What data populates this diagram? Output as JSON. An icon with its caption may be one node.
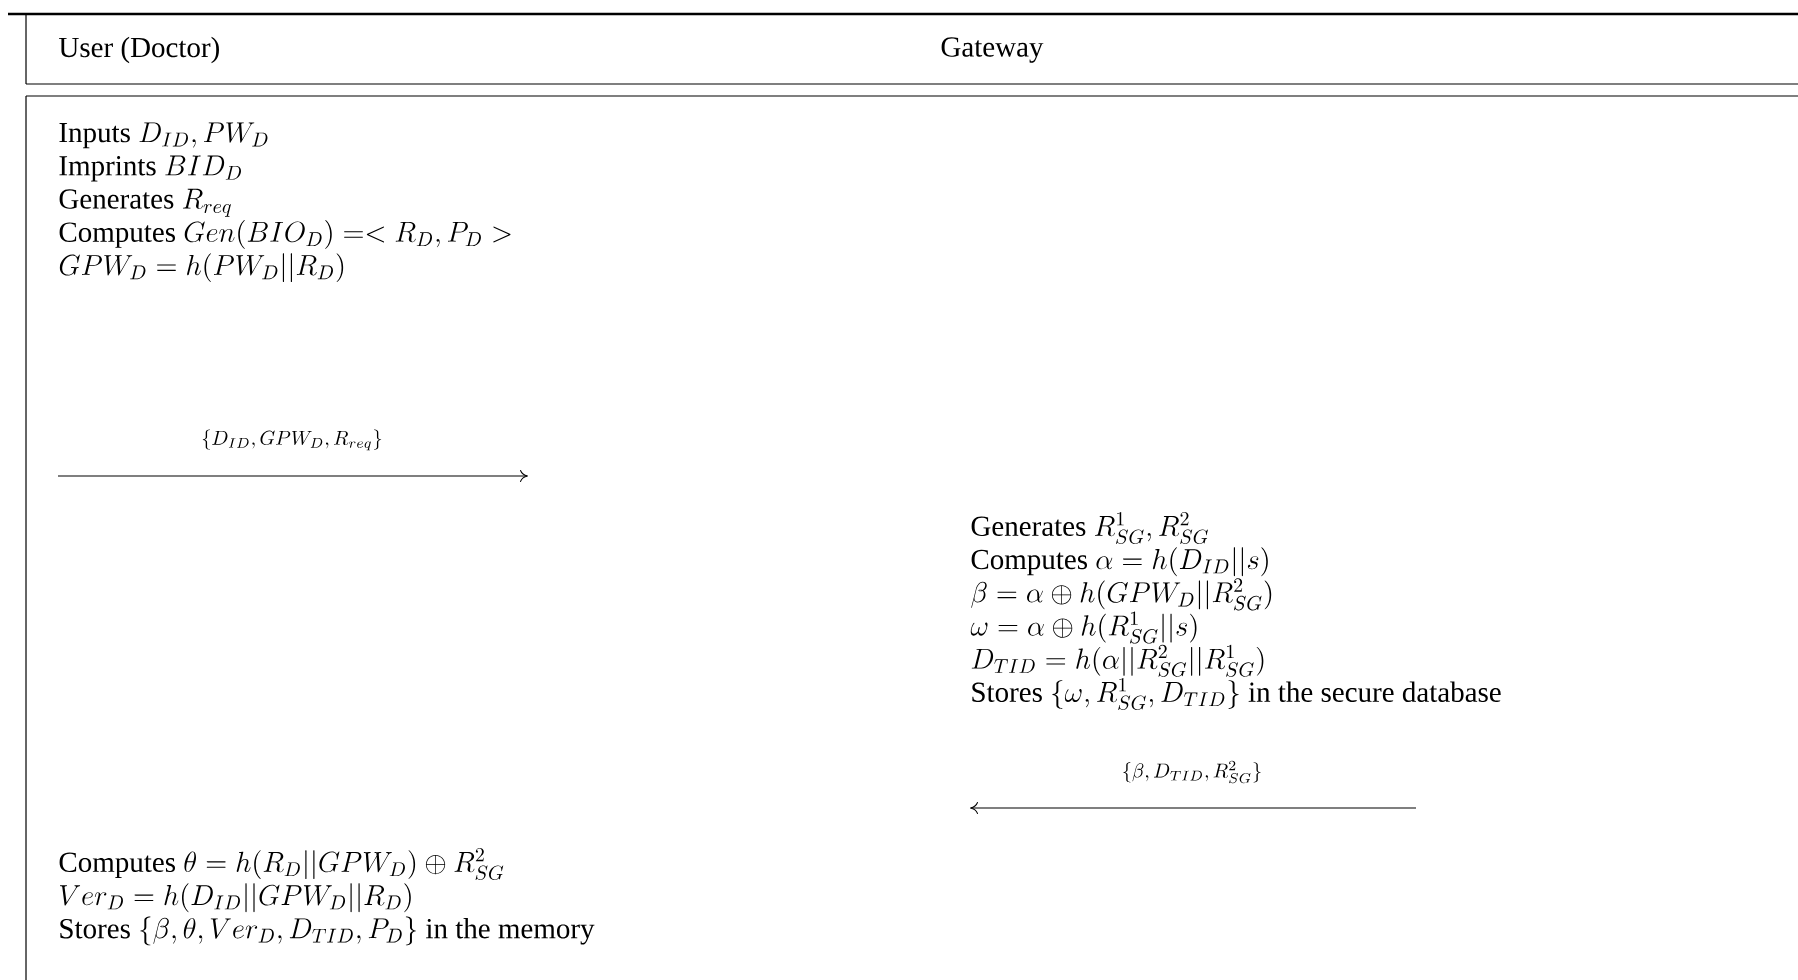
{
  "diagram": {
    "nodes": [
      {
        "text": [
          "\\text{Inputs } D_{ID}, PW_D",
          "\\text{Imprints } BID_D",
          "\\text{Generates } R_{req}",
          "\\text{Computes } Gen(BIO_D) =< R_D, P_D >",
          "GPW_D = h(PW_D||R_D)"
        ]
      },
      {
        "text": [
          "\\text{Generates } R_{SG}^1, R_{SG}^2",
          "\\text{Computes } \\alpha = h(D_{ID}||s)",
          "\\beta = \\alpha \\oplus h(GPW_D||R_{SG}^2)",
          "\\omega = \\alpha \\oplus h(R_{SG}^1||s)",
          "D_{TID} = h(\\alpha||R_{SG}^2||R_{SG}^1)",
          "\\text{Stores } \\{\\omega, R_{SG}^1, D_{TID}\\} \\text{ in the secure database}"
        ]
      },
      {
        "text": [
          "\\text{Computes } \\theta = h(R_D||GPW_D) \\oplus R_{SG}^2",
          "Ver_D = h(D_{ID}||GPW_D||R_D)",
          "\\text{Stores } \\{\\beta, \\theta, Ver_D, D_{TID}, P_D\\} \\text{ in the memory}"
        ]
      }
    ],
    "labels": [
      "User (Doctor)",
      "Gateway",
      "\\{D_{ID},GPW_D,R_{req}\\}",
      "\\{\\beta,D_{TID},R_{SG}^2\\}"
    ]
  }
}
